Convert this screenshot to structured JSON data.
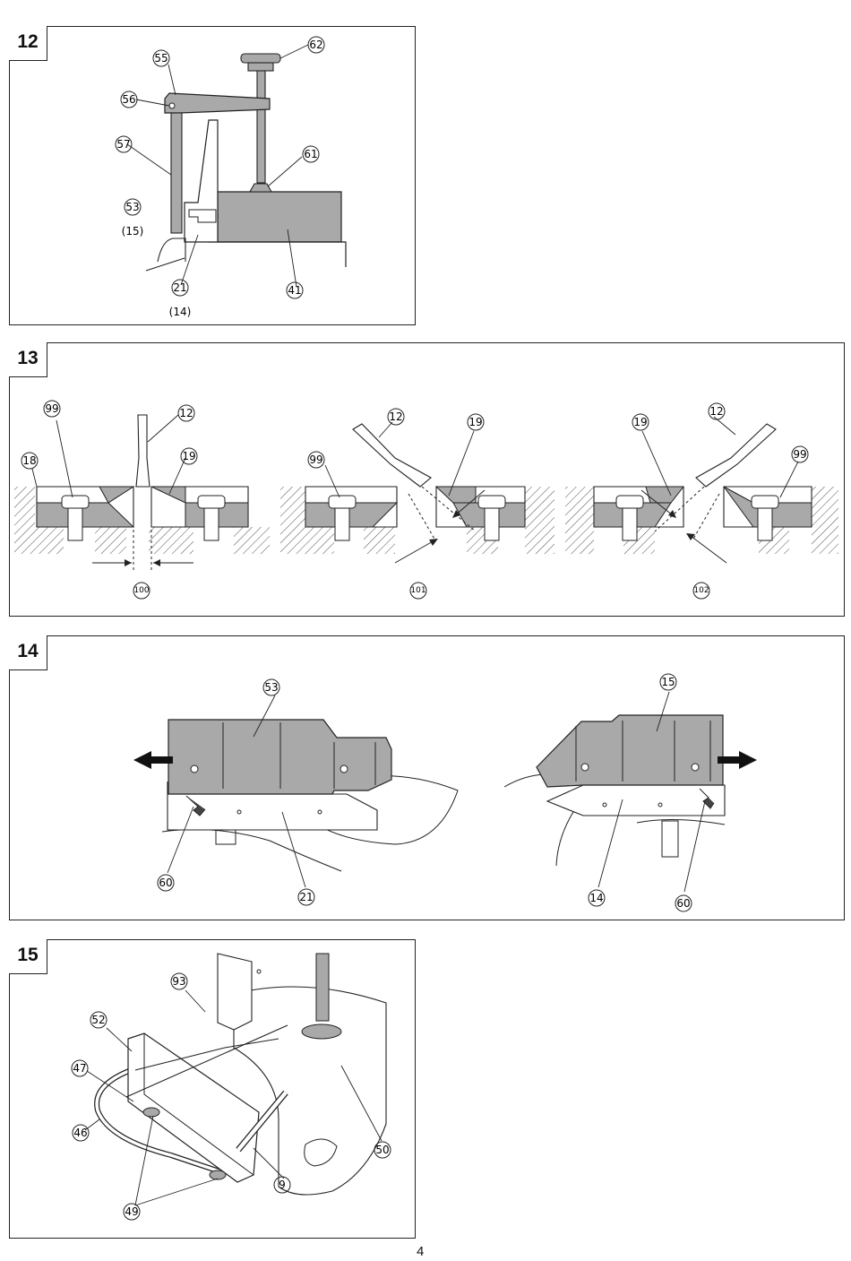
{
  "figures": [
    {
      "number": "12",
      "callouts": {
        "c55": "55",
        "c56": "56",
        "c57": "57",
        "c53": "53",
        "c15p": "(15)",
        "c62": "62",
        "c61": "61",
        "c21": "21",
        "c14p": "(14)",
        "c41": "41"
      }
    },
    {
      "number": "13",
      "callouts": {
        "c99a": "99",
        "c12a": "12",
        "c18": "18",
        "c19a": "19",
        "c100": "100",
        "c12b": "12",
        "c19b": "19",
        "c99b": "99",
        "c101": "101",
        "c19c": "19",
        "c12c": "12",
        "c99c": "99",
        "c102": "102"
      }
    },
    {
      "number": "14",
      "callouts": {
        "c53": "53",
        "c60a": "60",
        "c21": "21",
        "c15": "15",
        "c14": "14",
        "c60b": "60"
      }
    },
    {
      "number": "15",
      "callouts": {
        "c93": "93",
        "c52": "52",
        "c47": "47",
        "c46": "46",
        "c9": "9",
        "c49": "49",
        "c50": "50"
      }
    }
  ],
  "page_number": "4",
  "colors": {
    "part_fill": "#a9a9a9",
    "ink": "#222222",
    "paper": "#ffffff"
  }
}
